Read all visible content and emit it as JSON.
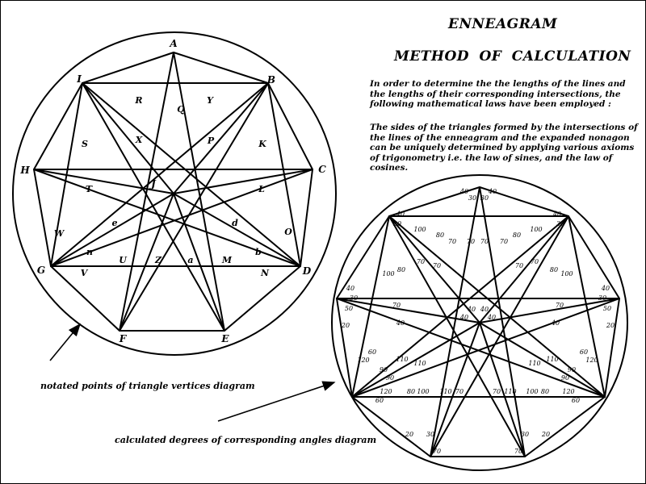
{
  "title": "ENNEAGRAM",
  "subtitle": "METHOD  OF  CALCULATION",
  "paragraph1": "In order to determine the the lengths of the lines and the lengths of their corresponding intersections, the following mathematical laws have been employed :",
  "paragraph2": "The sides of the triangles formed by the intersections of the lines of the enneagram and the expanded nonagon can be uniquely determined by applying various axioms of trigonometry i.e. the law of sines, and the law of cosines.",
  "caption_left": "notated points of triangle vertices diagram",
  "caption_right": "calculated degrees of corresponding angles diagram",
  "vertex_labels": {
    "A": "A",
    "B": "B",
    "C": "C",
    "D": "D",
    "E": "E",
    "F": "F",
    "G": "G",
    "H": "H",
    "I": "I",
    "J": "J"
  },
  "intersection_labels": {
    "Q": "Q",
    "R": "R",
    "Y": "Y",
    "S": "S",
    "X": "X",
    "P": "P",
    "K": "K",
    "T": "T",
    "L": "L",
    "e": "e",
    "d": "d",
    "W": "W",
    "O": "O",
    "n": "n",
    "b": "b",
    "U": "U",
    "Z": "Z",
    "a": "a",
    "M": "M",
    "V": "V",
    "N": "N"
  },
  "angle_labels": {
    "top_left": "40",
    "top_a": "30",
    "top_b": "30",
    "top_right": "40",
    "ul_40": "40",
    "ul_30": "30",
    "ur_40": "40",
    "ur_30": "30",
    "in_100a": "100",
    "in_80a": "80",
    "in_80b": "80",
    "in_100b": "100",
    "c70a": "70",
    "c70b": "70",
    "c70c": "70",
    "c70d": "70",
    "l40": "40",
    "l30": "30",
    "l50": "50",
    "r40": "40",
    "r30": "30",
    "r50": "50",
    "l20": "20",
    "r20": "20",
    "m100a": "100",
    "m80a": "80",
    "m80b": "80",
    "m100b": "100",
    "m70a": "70",
    "m70b": "70",
    "m70c": "70",
    "m70d": "70",
    "j40a": "40",
    "j40b": "40",
    "j40c": "40",
    "j40d": "40",
    "s70a": "70",
    "s70b": "70",
    "s40a": "40",
    "s40b": "40",
    "l60": "60",
    "l120": "120",
    "l90a": "90",
    "l90b": "90",
    "r60": "60",
    "r120": "120",
    "r90a": "90",
    "r90b": "90",
    "l110a": "110",
    "l110b": "110",
    "r110a": "110",
    "r110b": "110",
    "b120a": "120",
    "b80a": "80",
    "b100a": "100",
    "b60a": "60",
    "b120b": "120",
    "b80b": "80",
    "b100b": "100",
    "b60b": "60",
    "b110a": "110",
    "b70a": "70",
    "b110b": "110",
    "b70b": "70",
    "bl20": "20",
    "bl30": "30",
    "br20": "20",
    "br30": "30",
    "bot70a": "70",
    "bot70b": "70"
  }
}
